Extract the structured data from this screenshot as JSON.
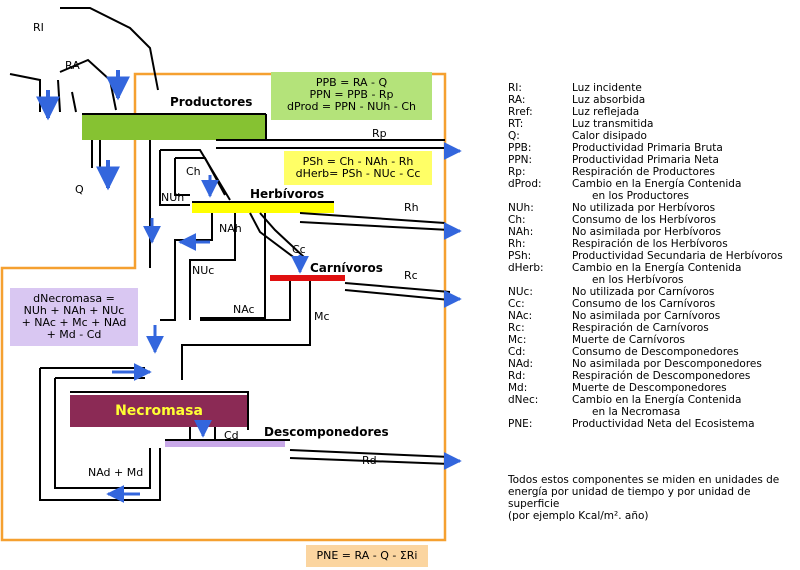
{
  "labels": {
    "ri": "RI",
    "ra": "RA",
    "q": "Q",
    "rp": "Rp",
    "ch": "Ch",
    "nuh": "NUh",
    "nah": "NAh",
    "nuc": "NUc",
    "nac": "NAc",
    "cc": "Cc",
    "rh": "Rh",
    "rc": "Rc",
    "mc": "Mc",
    "cd": "Cd",
    "rd": "Rd",
    "nad_md": "NAd + Md"
  },
  "compartments": {
    "productores": "Productores",
    "herbivoros": "Herbívoros",
    "carnivoros": "Carnívoros",
    "necromasa": "Necromasa",
    "descomponedores": "Descomponedores"
  },
  "equations": {
    "prod": [
      "PPB = RA - Q",
      "PPN = PPB - Rp",
      "dProd = PPN - NUh - Ch"
    ],
    "herb": [
      "PSh = Ch - NAh - Rh",
      "dHerb= PSh - NUc - Cc"
    ],
    "necro": [
      "dNecromasa =",
      "NUh + NAh + NUc",
      "+ NAc + Mc + NAd",
      "+ Md - Cd"
    ],
    "pne": "PNE = RA - Q - ΣRi"
  },
  "legend": [
    {
      "abbr": "RI:",
      "desc": "Luz incidente"
    },
    {
      "abbr": "RA:",
      "desc": "Luz absorbida"
    },
    {
      "abbr": "Rref:",
      "desc": "Luz reflejada"
    },
    {
      "abbr": "RT:",
      "desc": "Luz transmitida"
    },
    {
      "abbr": "Q:",
      "desc": "Calor disipado"
    },
    {
      "abbr": "PPB:",
      "desc": "Productividad Primaria Bruta"
    },
    {
      "abbr": "PPN:",
      "desc": "Productividad Primaria Neta"
    },
    {
      "abbr": "Rp:",
      "desc": "Respiración de Productores"
    },
    {
      "abbr": "dProd:",
      "desc": "Cambio en la Energía Contenida"
    },
    {
      "abbr": "",
      "desc": "      en los Productores"
    },
    {
      "abbr": "NUh:",
      "desc": "No utilizada por Herbívoros"
    },
    {
      "abbr": "Ch:",
      "desc": "Consumo de los Herbívoros"
    },
    {
      "abbr": "NAh:",
      "desc": "No asimilada por Herbívoros"
    },
    {
      "abbr": "Rh:",
      "desc": "Respiración de los Herbívoros"
    },
    {
      "abbr": "PSh:",
      "desc": "Productividad Secundaria de Herbívoros"
    },
    {
      "abbr": "dHerb:",
      "desc": "Cambio en la Energía Contenida"
    },
    {
      "abbr": "",
      "desc": "      en los Herbívoros"
    },
    {
      "abbr": "NUc:",
      "desc": "No utilizada por Carnívoros"
    },
    {
      "abbr": "Cc:",
      "desc": "Consumo de los Carnívoros"
    },
    {
      "abbr": "NAc:",
      "desc": "No asimilada por Carnívoros"
    },
    {
      "abbr": "Rc:",
      "desc": "Respiración de Carnívoros"
    },
    {
      "abbr": "Mc:",
      "desc": "Muerte de Carnívoros"
    },
    {
      "abbr": "Cd:",
      "desc": "Consumo de Descomponedores"
    },
    {
      "abbr": "NAd:",
      "desc": "No asimilada por Descomponedores"
    },
    {
      "abbr": "Rd:",
      "desc": "Respiración de Descomponedores"
    },
    {
      "abbr": "Md:",
      "desc": "Muerte de Descomponedores"
    },
    {
      "abbr": "dNec:",
      "desc": "Cambio en la Energía Contenida"
    },
    {
      "abbr": "",
      "desc": "      en la Necromasa"
    },
    {
      "abbr": "PNE:",
      "desc": "Productividad Neta del Ecosistema"
    }
  ],
  "note": "Todos estos componentes se miden en unidades de energía por unidad de tiempo y por unidad de superficie\n(por ejemplo Kcal/m². año)",
  "colors": {
    "productores": "#86c232",
    "herbivoros": "#ffff00",
    "carnivoros": "#e01010",
    "necromasa": "#8b2a55",
    "descomponedores": "#c8a8e8",
    "arrow": "#3366dd",
    "boundary": "#f5a030"
  }
}
